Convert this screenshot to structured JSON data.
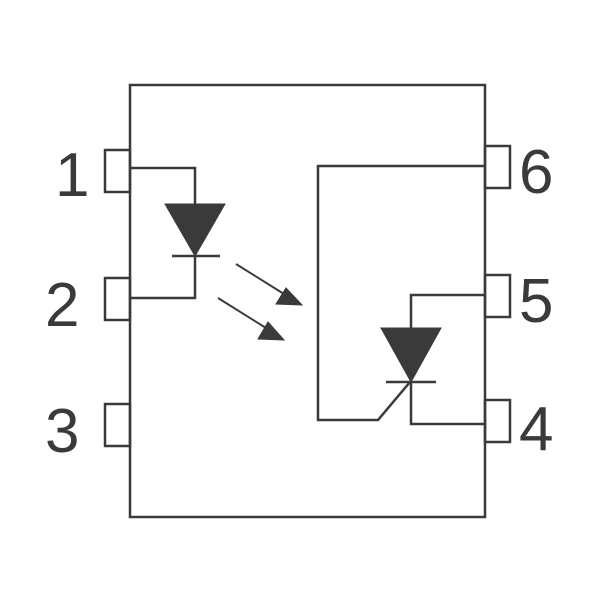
{
  "pins": {
    "p1": "1",
    "p2": "2",
    "p3": "3",
    "p4": "4",
    "p5": "5",
    "p6": "6"
  },
  "colors": {
    "stroke": "#3a3a3a",
    "background": "#ffffff"
  }
}
